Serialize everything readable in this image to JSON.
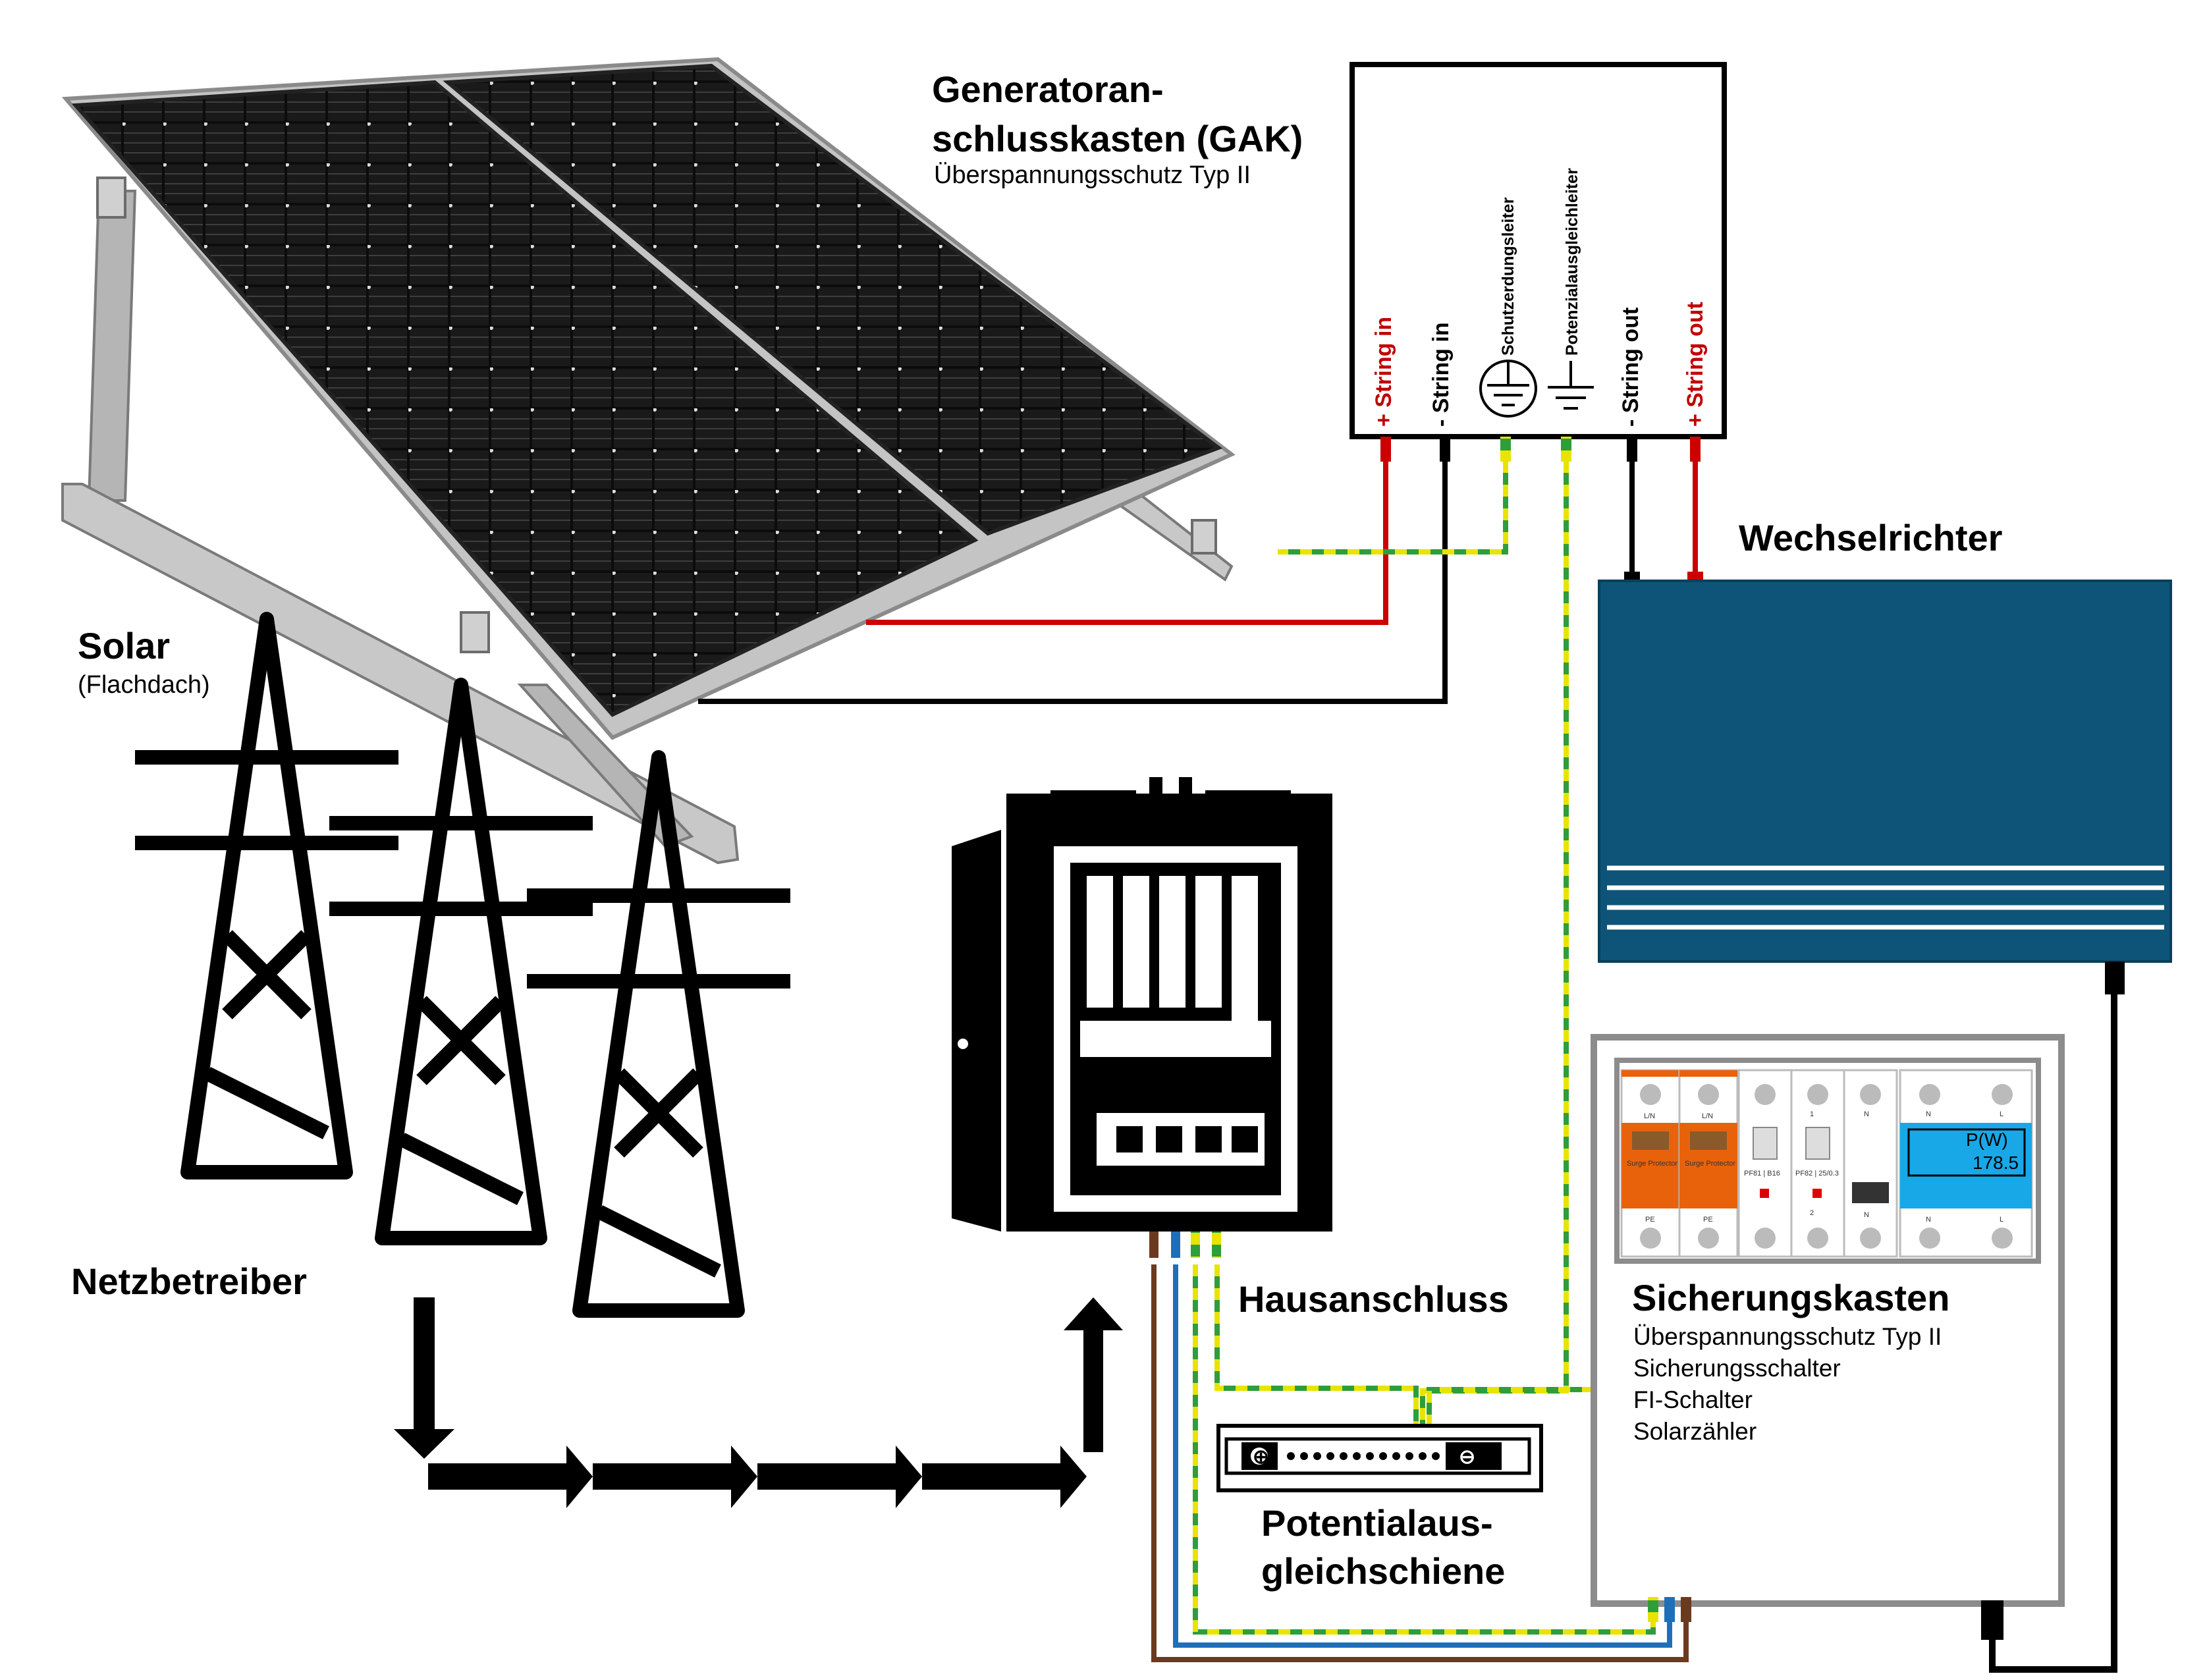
{
  "solar": {
    "title": "Solar",
    "subtitle": "(Flachdach)"
  },
  "gak": {
    "title_line1": "Generatoran-",
    "title_line2": "schlusskasten (GAK)",
    "subtitle": "Überspannungsschutz Typ II",
    "terminals": {
      "plus_in": "+ String in",
      "minus_in": "- String in",
      "pe": "Schutzerdungsleiter",
      "pa": "Potenzialausgleichleiter",
      "minus_out": "- String out",
      "plus_out": "+ String out"
    }
  },
  "inverter": {
    "title": "Wechselrichter"
  },
  "grid": {
    "title": "Netzbetreiber"
  },
  "house": {
    "title": "Hausanschluss"
  },
  "busbar": {
    "title_line1": "Potentialaus-",
    "title_line2": "gleichschiene"
  },
  "fusebox": {
    "title": "Sicherungskasten",
    "items": [
      "Überspannungsschutz Typ II",
      "Sicherungsschalter",
      "FI-Schalter",
      "Solarzähler"
    ],
    "module_text": {
      "lin": "L/N",
      "surge": "Surge Protector",
      "pe": "PE",
      "b16": "PF81 | B16",
      "fi": "PF82 | 25/0.3",
      "n": "N",
      "l": "L",
      "one": "1",
      "two": "2",
      "meter_unit": "P(W)",
      "meter_value": "178.5"
    }
  },
  "colors": {
    "plus": "#cc0000",
    "minus": "#000000",
    "pe_green": "#2e9e3a",
    "pe_yellow": "#e8e400",
    "inverter": "#0d5478",
    "surge": "#e8620c",
    "meter": "#18a8e8",
    "brown": "#6b3a1e",
    "blue": "#1f6fb8",
    "gray_frame": "#8c8c8c"
  }
}
